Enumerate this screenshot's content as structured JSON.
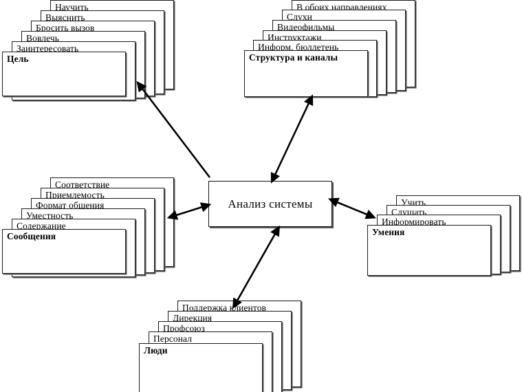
{
  "diagram": {
    "title": "Анализ системы",
    "center": {
      "label": "Анализ системы",
      "name": "center-node"
    },
    "stacks": [
      {
        "id": "goal",
        "name": "stack-goal",
        "front_label": "Цель",
        "cards": [
          "Научить",
          "Выяснить",
          "Бросить вызов",
          "Вовлечь",
          "Заинтересовать",
          "Цель"
        ]
      },
      {
        "id": "structure",
        "name": "stack-structure-channels",
        "front_label": "Структура и каналы",
        "cards": [
          "В обоих направлениях",
          "Слухи",
          "Видеофильмы",
          "Инструктажи",
          "Информ. бюллетень",
          "Структура и каналы"
        ]
      },
      {
        "id": "messages",
        "name": "stack-messages",
        "front_label": "Сообщения",
        "cards": [
          "Соответствие",
          "Приемлемость",
          "Формат общения",
          "Уместность",
          "Содержание",
          "Сообщения"
        ]
      },
      {
        "id": "skills",
        "name": "stack-skills",
        "front_label": "Умения",
        "cards": [
          "Учить",
          "Слушать",
          "Информировать",
          "Умения"
        ]
      },
      {
        "id": "people",
        "name": "stack-people",
        "front_label": "Люди",
        "cards": [
          "Поддержка клиентов",
          "Дирекция",
          "Профсоюз",
          "Персонал",
          "Люди"
        ]
      }
    ],
    "connectors": [
      {
        "name": "connector-center-to-goal",
        "from": "center",
        "to": "goal",
        "double_headed": true
      },
      {
        "name": "connector-center-to-structure",
        "from": "center",
        "to": "structure",
        "double_headed": true
      },
      {
        "name": "connector-center-to-messages",
        "from": "center",
        "to": "messages",
        "double_headed": true
      },
      {
        "name": "connector-center-to-skills",
        "from": "center",
        "to": "skills",
        "double_headed": true
      },
      {
        "name": "connector-center-to-people",
        "from": "center",
        "to": "people",
        "double_headed": true
      }
    ],
    "colors": {
      "stroke": "#000000",
      "card_border": "#1a1a1a",
      "card_shadow": "#555555",
      "background": "#ffffff"
    }
  }
}
